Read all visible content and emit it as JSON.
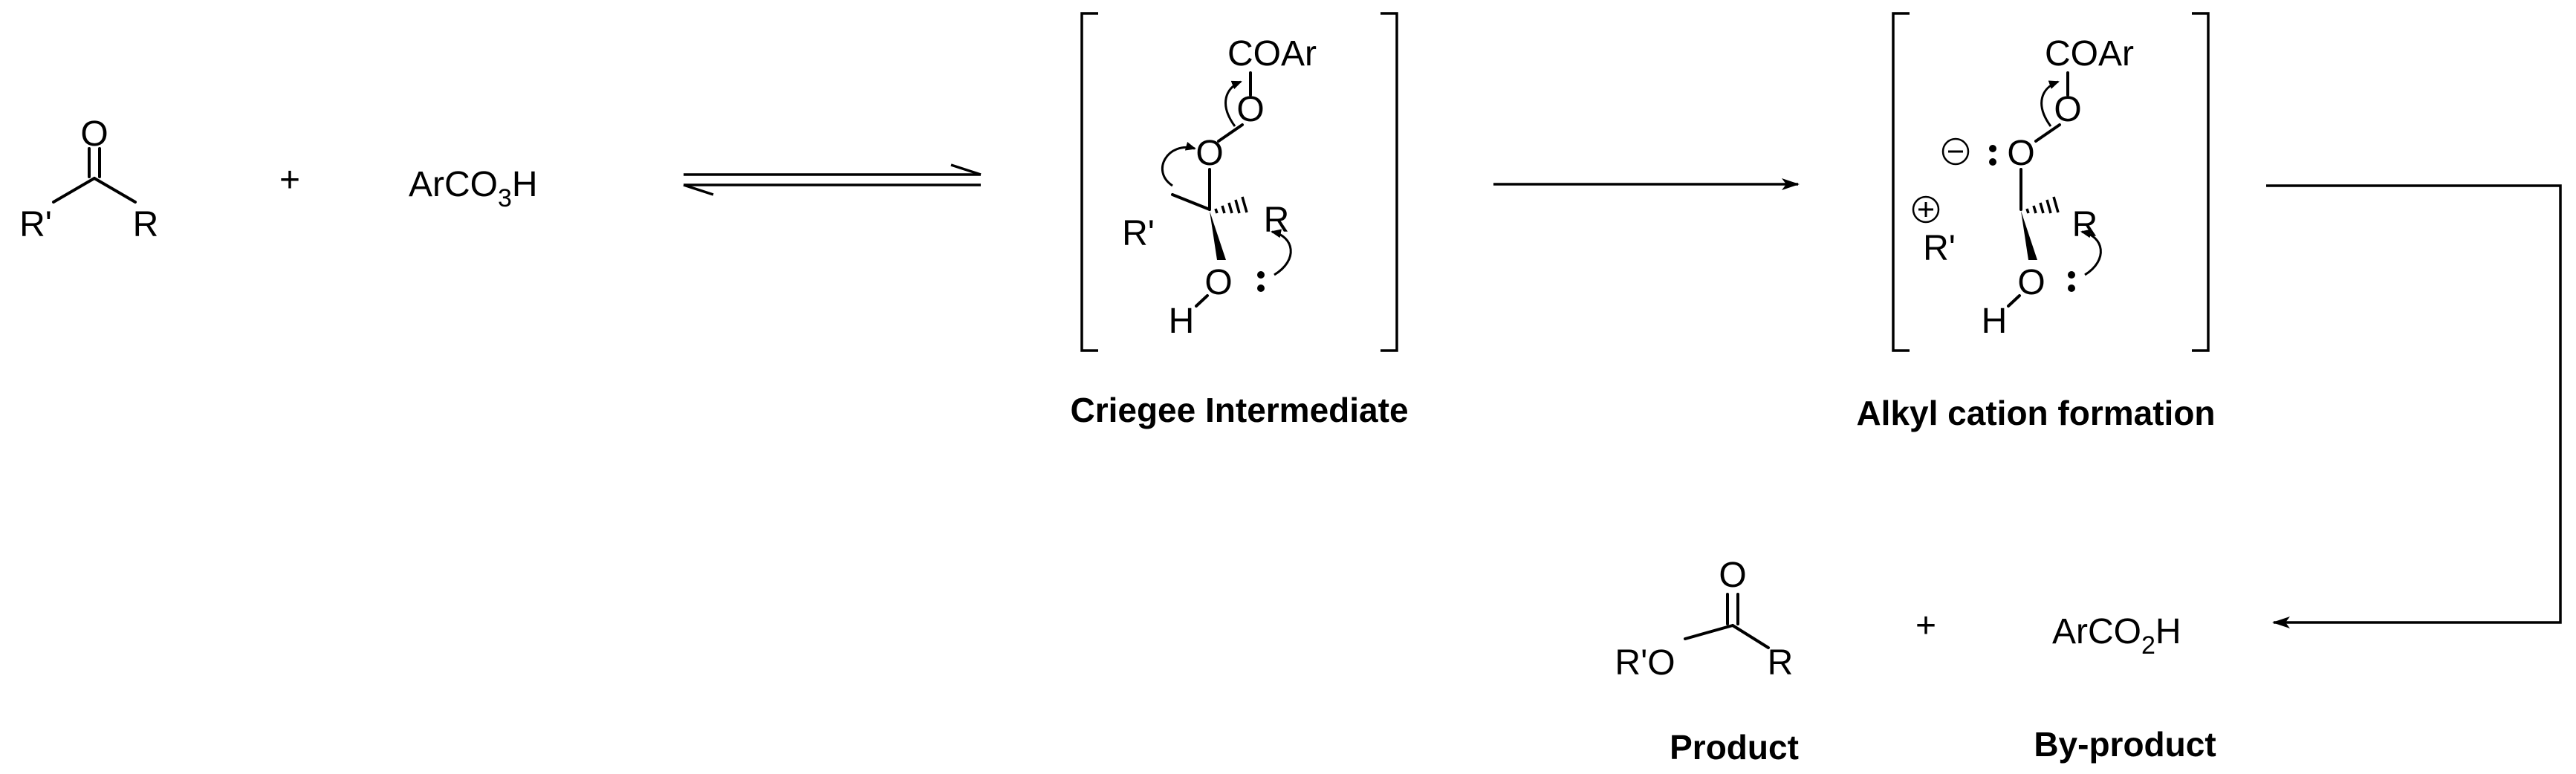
{
  "reactant": {
    "o": "O",
    "r_prime": "R'",
    "r": "R"
  },
  "plus": "+",
  "peracid": {
    "main": "ArCO",
    "sub": "3",
    "tail": "H"
  },
  "criegee": {
    "coar": "COAr",
    "o_ester": "O",
    "o_peroxy": "O",
    "r_prime": "R'",
    "r": "R",
    "o_hydroxyl": "O",
    "h": "H",
    "caption": "Criegee Intermediate"
  },
  "cation": {
    "coar": "COAr",
    "o_ester": "O",
    "o_anion": "O",
    "minus": "−",
    "plus": "+",
    "r_prime": "R'",
    "r": "R",
    "o_hydroxyl": "O",
    "h": "H",
    "caption": "Alkyl cation formation"
  },
  "product": {
    "o": "O",
    "r_prime_o": "R'O",
    "r": "R",
    "caption": "Product"
  },
  "plus2": "+",
  "byproduct": {
    "main": "ArCO",
    "sub": "2",
    "tail": "H",
    "caption": "By-product"
  }
}
